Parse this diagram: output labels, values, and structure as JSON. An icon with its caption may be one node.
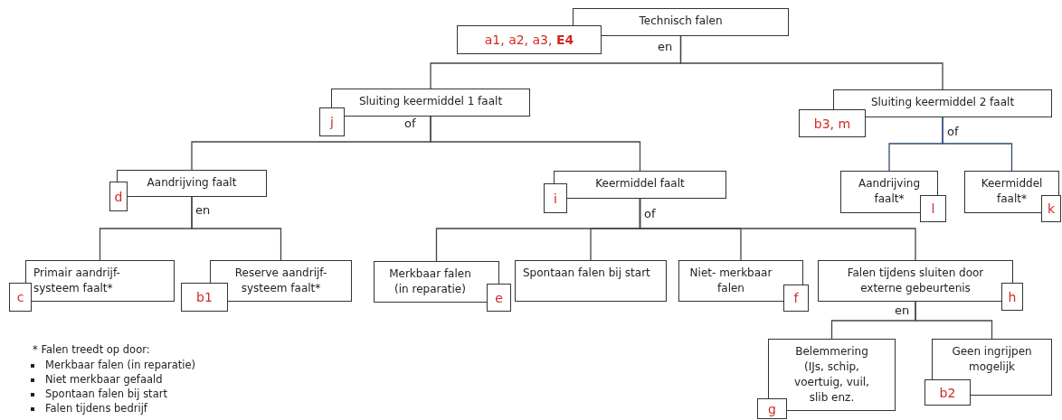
{
  "diagram": {
    "nodes": [
      {
        "text": [
          "Technisch falen"
        ]
      },
      {
        "text": [
          "a1, a2, a3, **E4**"
        ]
      },
      {
        "text": [
          "Sluiting keermiddel 1 faalt"
        ]
      },
      {
        "text": [
          "j"
        ]
      },
      {
        "text": [
          "Sluiting keermiddel 2 faalt"
        ]
      },
      {
        "text": [
          "b3, m"
        ]
      },
      {
        "text": [
          "Aandrijving faalt"
        ]
      },
      {
        "text": [
          "d"
        ]
      },
      {
        "text": [
          "Keermiddel faalt"
        ]
      },
      {
        "text": [
          "i"
        ]
      },
      {
        "text": [
          "Aandrijving faalt*"
        ]
      },
      {
        "text": [
          "l"
        ]
      },
      {
        "text": [
          "Keermiddel faalt*"
        ]
      },
      {
        "text": [
          "k"
        ]
      },
      {
        "text": [
          "Primair aandrijf- systeem faalt*"
        ]
      },
      {
        "text": [
          "c"
        ]
      },
      {
        "text": [
          "Reserve aandrijf- systeem faalt*"
        ]
      },
      {
        "text": [
          "b1"
        ]
      },
      {
        "text": [
          "Merkbaar falen (in reparatie)"
        ]
      },
      {
        "text": [
          "e"
        ]
      },
      {
        "text": [
          "Spontaan falen bij start"
        ]
      },
      {
        "text": [
          "Niet- merkbaar falen"
        ]
      },
      {
        "text": [
          "f"
        ]
      },
      {
        "text": [
          "Falen tijdens sluiten door externe gebeurtenis"
        ]
      },
      {
        "text": [
          "h"
        ]
      },
      {
        "text": [
          "Belemmering (IJs, schip, voertuig, vuil, slib enz."
        ]
      },
      {
        "text": [
          "g"
        ]
      },
      {
        "text": [
          "Geen ingrijpen mogelijk"
        ]
      },
      {
        "text": [
          "b2"
        ]
      }
    ],
    "edges": [
      {
        "from": 0,
        "to": 2,
        "arrow": "none"
      },
      {
        "from": 0,
        "to": 4,
        "arrow": "none"
      },
      {
        "from": 2,
        "to": 6,
        "arrow": "none"
      },
      {
        "from": 2,
        "to": 8,
        "arrow": "none"
      },
      {
        "from": 4,
        "to": 10,
        "arrow": "none",
        "color": "#2f4a7a"
      },
      {
        "from": 4,
        "to": 12,
        "arrow": "none",
        "color": "#2f4a7a"
      },
      {
        "from": 6,
        "to": 14,
        "arrow": "none"
      },
      {
        "from": 6,
        "to": 16,
        "arrow": "none"
      },
      {
        "from": 8,
        "to": 18,
        "arrow": "none"
      },
      {
        "from": 8,
        "to": 20,
        "arrow": "none"
      },
      {
        "from": 8,
        "to": 21,
        "arrow": "none"
      },
      {
        "from": 8,
        "to": 23,
        "arrow": "none"
      },
      {
        "from": 23,
        "to": 25,
        "arrow": "none"
      },
      {
        "from": 23,
        "to": 27,
        "arrow": "none"
      }
    ],
    "labels": [
      "en",
      "of",
      "of",
      "en",
      "of",
      "en",
      "* Falen treedt op door:",
      "Merkbaar falen (in reparatie)",
      "Niet merkbaar gefaald",
      "Spontaan falen bij start",
      "Falen tijdens bedrijf"
    ]
  }
}
